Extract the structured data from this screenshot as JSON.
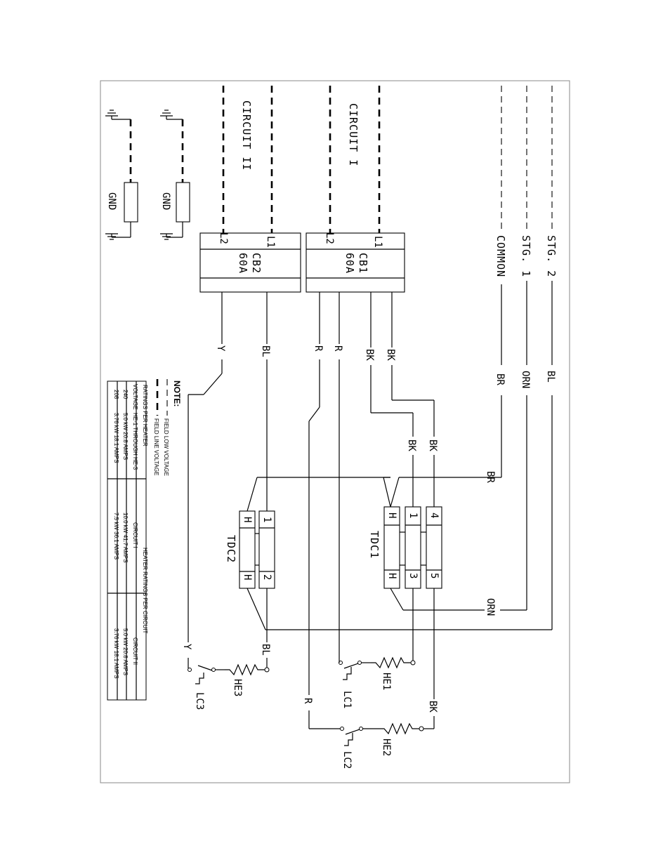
{
  "terminals": {
    "stg2": "STG. 2",
    "stg1": "STG. 1",
    "common": "COMMON"
  },
  "circuits": {
    "c1": "CIRCUIT I",
    "c2": "CIRCUIT II"
  },
  "breakers": {
    "cb1_name": "CB1",
    "cb1_rating": "60A",
    "cb2_name": "CB2",
    "cb2_rating": "60A",
    "l1": "L1",
    "l2": "L2"
  },
  "gnd": "GND",
  "wires": {
    "bl": "BL",
    "orn": "ORN",
    "br": "BR",
    "bk": "BK",
    "r": "R",
    "y": "Y"
  },
  "tdc": {
    "tdc1": "TDC1",
    "tdc2": "TDC2",
    "h": "H",
    "t1": "1",
    "t2": "2",
    "t3": "3",
    "t4": "4",
    "t5": "5"
  },
  "heaters": {
    "he1": "HE1",
    "he2": "HE2",
    "he3": "HE3"
  },
  "limits": {
    "lc1": "LC1",
    "lc2": "LC2",
    "lc3": "LC3"
  },
  "note": {
    "title": "NOTE:",
    "low": "FIELD LOW VOLTAGE",
    "line": "FIELD LINE VOLTAGE"
  },
  "table": {
    "header_left": "RATINGS PER HEATER",
    "header_right": "HEATER RATINGS PER CIRCUIT",
    "col_voltage": "VOLTAGE",
    "col_heater": "HE-1 THROUGH HE-3",
    "col_c1": "CIRCUIT I",
    "col_c2": "CIRCUIT II",
    "rows": [
      {
        "voltage": "240",
        "heater": "5.0 kW 20.8 AMPS",
        "c1": "10.0 kW 41.7 AMPS",
        "c2": "5.0 kW 20.8 AMPS"
      },
      {
        "voltage": "208",
        "heater": "3.76 kW 18.1 AMPS",
        "c1": "7.5 kW 36.1 AMPS",
        "c2": "3.76 kW 18.1 AMPS"
      }
    ]
  }
}
